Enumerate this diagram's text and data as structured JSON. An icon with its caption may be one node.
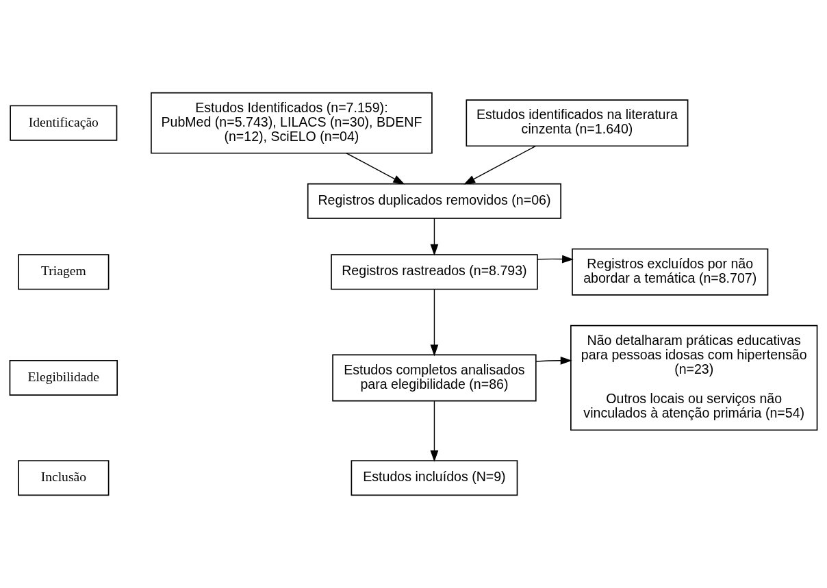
{
  "diagram": {
    "nodes": [
      {
        "text": [
          "Identificação"
        ]
      },
      {
        "text": [
          "Triagem"
        ]
      },
      {
        "text": [
          "Elegibilidade"
        ]
      },
      {
        "text": [
          "Inclusão"
        ]
      },
      {
        "text": [
          "Estudos Identificados (n=7.159): PubMed (n=5.743), LILACS (n=30), BDENF (n=12), SciELO (n=04)"
        ]
      },
      {
        "text": [
          "Estudos identificados na literatura cinzenta (n=1.640)"
        ]
      },
      {
        "text": [
          "Registros duplicados removidos (n=06)"
        ]
      },
      {
        "text": [
          "Registros rastreados (n=8.793)"
        ]
      },
      {
        "text": [
          "Registros excluídos por não abordar a temática (n=8.707)"
        ]
      },
      {
        "text": [
          "Estudos completos analisados para elegibilidade (n=86)"
        ]
      },
      {
        "text": [
          "Não detalharam práticas educativas para pessoas idosas com hipertensão (n=23)",
          "Outros locais ou serviços não vinculados à atenção primária (n=54)"
        ]
      },
      {
        "text": [
          "Estudos incluídos (N=9)"
        ]
      }
    ],
    "edges": [
      {
        "from": 4,
        "to": 6,
        "arrow": "to"
      },
      {
        "from": 5,
        "to": 6,
        "arrow": "to"
      },
      {
        "from": 6,
        "to": 7,
        "arrow": "to"
      },
      {
        "from": 7,
        "to": 8,
        "arrow": "to"
      },
      {
        "from": 7,
        "to": 9,
        "arrow": "to"
      },
      {
        "from": 9,
        "to": 10,
        "arrow": "to"
      },
      {
        "from": 9,
        "to": 11,
        "arrow": "to"
      }
    ]
  }
}
